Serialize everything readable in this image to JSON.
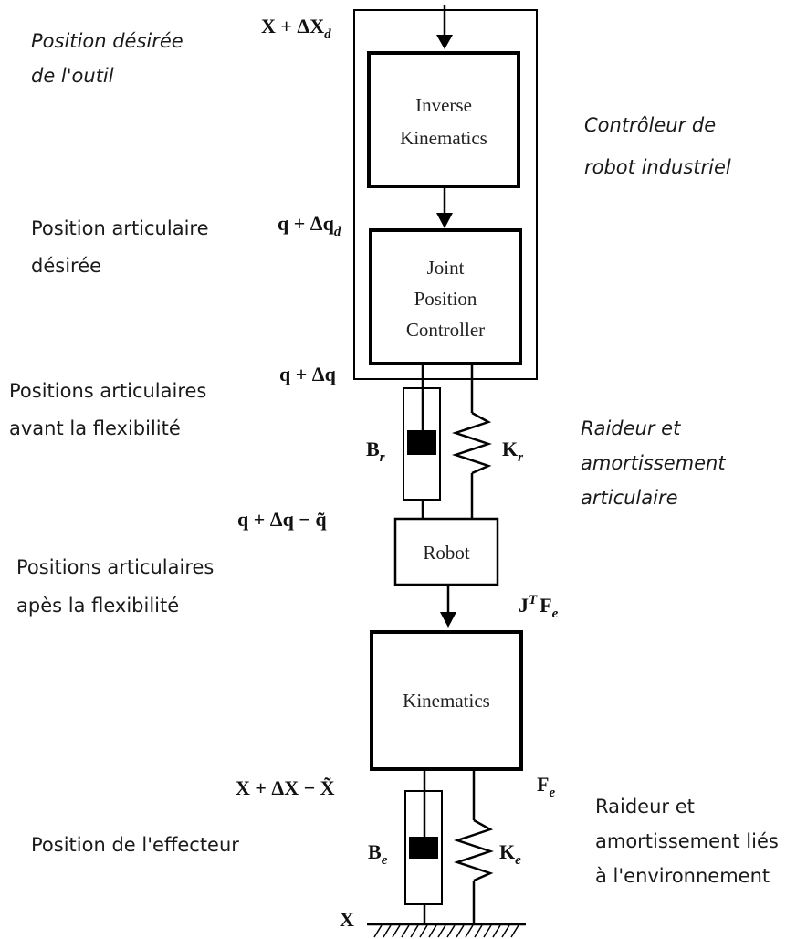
{
  "blocks": {
    "inverse_kinematics": [
      "Inverse",
      "Kinematics"
    ],
    "joint_controller": [
      "Joint",
      "Position",
      "Controller"
    ],
    "robot": "Robot",
    "kinematics": "Kinematics"
  },
  "signals": {
    "x_desired": {
      "main": "X + ΔX",
      "sub": "d"
    },
    "q_desired": {
      "main": "q + Δq",
      "sub": "d"
    },
    "q_before": "q + Δq",
    "q_after": "q + Δq − q̃",
    "jt_fe": {
      "J": "J",
      "sup": "T",
      "F": "F",
      "sub": "e"
    },
    "x_effector": "X + ΔX − X̃",
    "fe": {
      "main": "F",
      "sub": "e"
    },
    "x": "X"
  },
  "elements": {
    "br": {
      "main": "B",
      "sub": "r"
    },
    "kr": {
      "main": "K",
      "sub": "r"
    },
    "be": {
      "main": "B",
      "sub": "e"
    },
    "ke": {
      "main": "K",
      "sub": "e"
    }
  },
  "captions": {
    "tool_desired": [
      "Position désirée",
      "de l'outil"
    ],
    "controller": [
      "Contrôleur de",
      "robot industriel"
    ],
    "joint_desired": [
      "Position articulaire",
      "désirée"
    ],
    "joint_before": [
      "Positions  articulaires",
      "avant la flexibilité"
    ],
    "joint_stiffness": [
      "Raideur et",
      "amortissement",
      "articulaire"
    ],
    "joint_after": [
      "Positions  articulaires",
      "apès la flexibilité"
    ],
    "effector": "Position de l'effecteur",
    "env_stiffness": [
      "Raideur et",
      "amortissement liés",
      "à l'environnement"
    ]
  }
}
